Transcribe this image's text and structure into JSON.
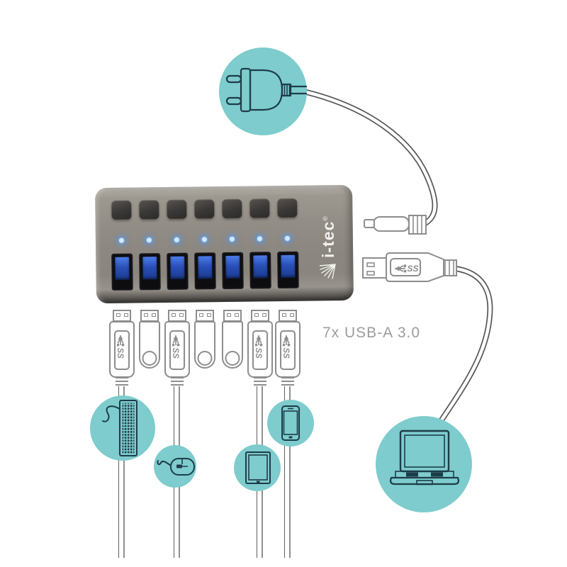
{
  "labels": {
    "caption": "7x USB-A 3.0",
    "ss_logo": "SS"
  },
  "brand": {
    "name": "i-tec",
    "registered": "®"
  },
  "hub": {
    "power_buttons": 7,
    "led_indicators": 7,
    "usb_ports": 7
  },
  "plugs": [
    {
      "slot": 1,
      "type": "usb-a-cable",
      "connects_to": "keyboard"
    },
    {
      "slot": 2,
      "type": "usb-flash-drive",
      "connects_to": ""
    },
    {
      "slot": 3,
      "type": "usb-a-cable",
      "connects_to": "mouse"
    },
    {
      "slot": 4,
      "type": "usb-flash-drive",
      "connects_to": ""
    },
    {
      "slot": 5,
      "type": "usb-flash-drive",
      "connects_to": ""
    },
    {
      "slot": 6,
      "type": "usb-a-cable",
      "connects_to": "tablet"
    },
    {
      "slot": 7,
      "type": "usb-a-cable",
      "connects_to": "smartphone"
    }
  ],
  "peripheral_icons": [
    "power-plug-icon",
    "keyboard-icon",
    "mouse-icon",
    "tablet-icon",
    "smartphone-icon",
    "laptop-icon"
  ],
  "colors": {
    "accent_teal": "#7ecccd",
    "icon_stroke": "#1d3c49",
    "outline_gray": "#8d8d8d",
    "cable_dark": "#555555",
    "led_blue": "#6cb2ff",
    "usb_port_blue": "#2a50b8",
    "hub_body_gray": "#8c8780",
    "caption_gray": "#9d9d9d",
    "background": "#ffffff"
  }
}
